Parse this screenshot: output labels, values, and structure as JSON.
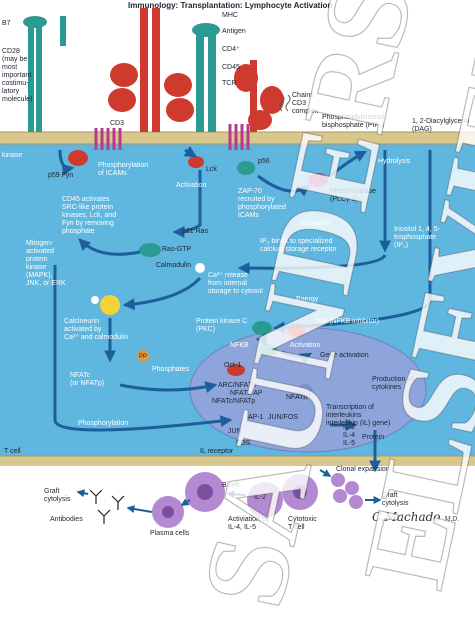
{
  "title": "Immunology: Transplantation: Lymphocyte Activation",
  "watermark": {
    "left": "SAUNDERS",
    "right": "ELSEVIER"
  },
  "signature": {
    "name": "C.Machado",
    "suffix": "M.D."
  },
  "colors": {
    "cytoplasm": "#5fb6df",
    "membrane": "#d8c88e",
    "nucleus": "#8ea5dc",
    "arrow": "#1d5f9b",
    "receptor_red": "#cf3a2f",
    "receptor_teal": "#2a9a93"
  },
  "labels": {
    "b7": "B7",
    "cd28": "CD28\n(may be\nmost\nimportant\ncostimu-\nlatory\nmolecule)",
    "mhc": "MHC",
    "antigen": "Antigen",
    "cd4": "CD4⁺",
    "cd45": "CD45",
    "tcr": "TCR",
    "chains": "Chains\nCD3\ncomplex",
    "cd3": "CD3",
    "pip2": "Phosphatidylinositol\nbisphosphate (PIP₂)",
    "dag": "1, 2-Diacylglycerol\n(DAG)",
    "kinase": "kinase",
    "p59fyn": "p59 Fyn",
    "phosphorylation_itams": "Phosphorylation\nof ICAMs",
    "lck": "Lck",
    "activation1": "Activation",
    "p56": "p56",
    "hydrolysis": "Hydrolysis",
    "cd45_activates": "CD45 activates\nSRC-like protein\nkinases, Lck, and\nFyn by removing\nphosphate",
    "p21ras": "p21 Ras",
    "zap70": "ZAP-70\nrecruited by\nphosphorylated\nICAMs",
    "plc": "Phospholipase\n(PLCγ-1)",
    "activation2": "Activation",
    "inositol": "Inositol 1, 4, 5-\ntrisphosphate\n(IP₃)",
    "mapk": "Mitogen-\nactivated\nprotein\nkinase\n(MAPK),\nJNK, or ERK",
    "rasgtp": "Ras-GTP",
    "calmodulin": "Calmodulin",
    "ip3_binds": "IP₃ binds to specialized\ncalcium storage receptor",
    "ca_release": "Ca²⁺ release\nfrom internal\nstorage to cytosol",
    "energy": "Energy",
    "pkc": "Protein kinase C\n(PKC)",
    "ikb": "IKB (NFKB inhibitor)",
    "calcineurin": "Calcineurin\nactivated by\nCa²⁺ and calmodulin",
    "nfkb": "NFKB",
    "nfkb_activation": "Activation",
    "gene_activation": "Gene activation",
    "pp": "PP",
    "phosphates": "Phosphates",
    "oct1": "Oct-1",
    "nfatc_group": "NFATc\n(or NFATp)",
    "arc_nfatn": "ARC/NFATn",
    "nfatn": "NFATn",
    "nfatc_nfatp": "NFATc/NFATp",
    "nfatn_ap1": "NFATn/AP",
    "production": "Production of\ncytokines",
    "phosphorylation": "Phosphorylation",
    "ap1": "AP-1",
    "jun_fos": "JUN/FOS",
    "transcription": "Transcription of\ninterleukins\ninterleukin (IL) gene)",
    "jun": "JUN",
    "fos": "FOS",
    "il_list": "IL-2\nIL-4\nIL-5",
    "protein": "Protein",
    "il_receptor": "IL receptor",
    "tcell": "T cell",
    "clonal": "Clonal expansion",
    "graft1": "Graft\ncytolysis",
    "antibodies": "Antibodies",
    "bcell": "B cell",
    "plasma": "Plasma cells",
    "il2": "IL-2",
    "activation_by": "Activiation by\nIL-4, IL-5",
    "cytotoxic": "Cytotoxic\nT cell",
    "graft2": "Graft\ncytolysis"
  }
}
